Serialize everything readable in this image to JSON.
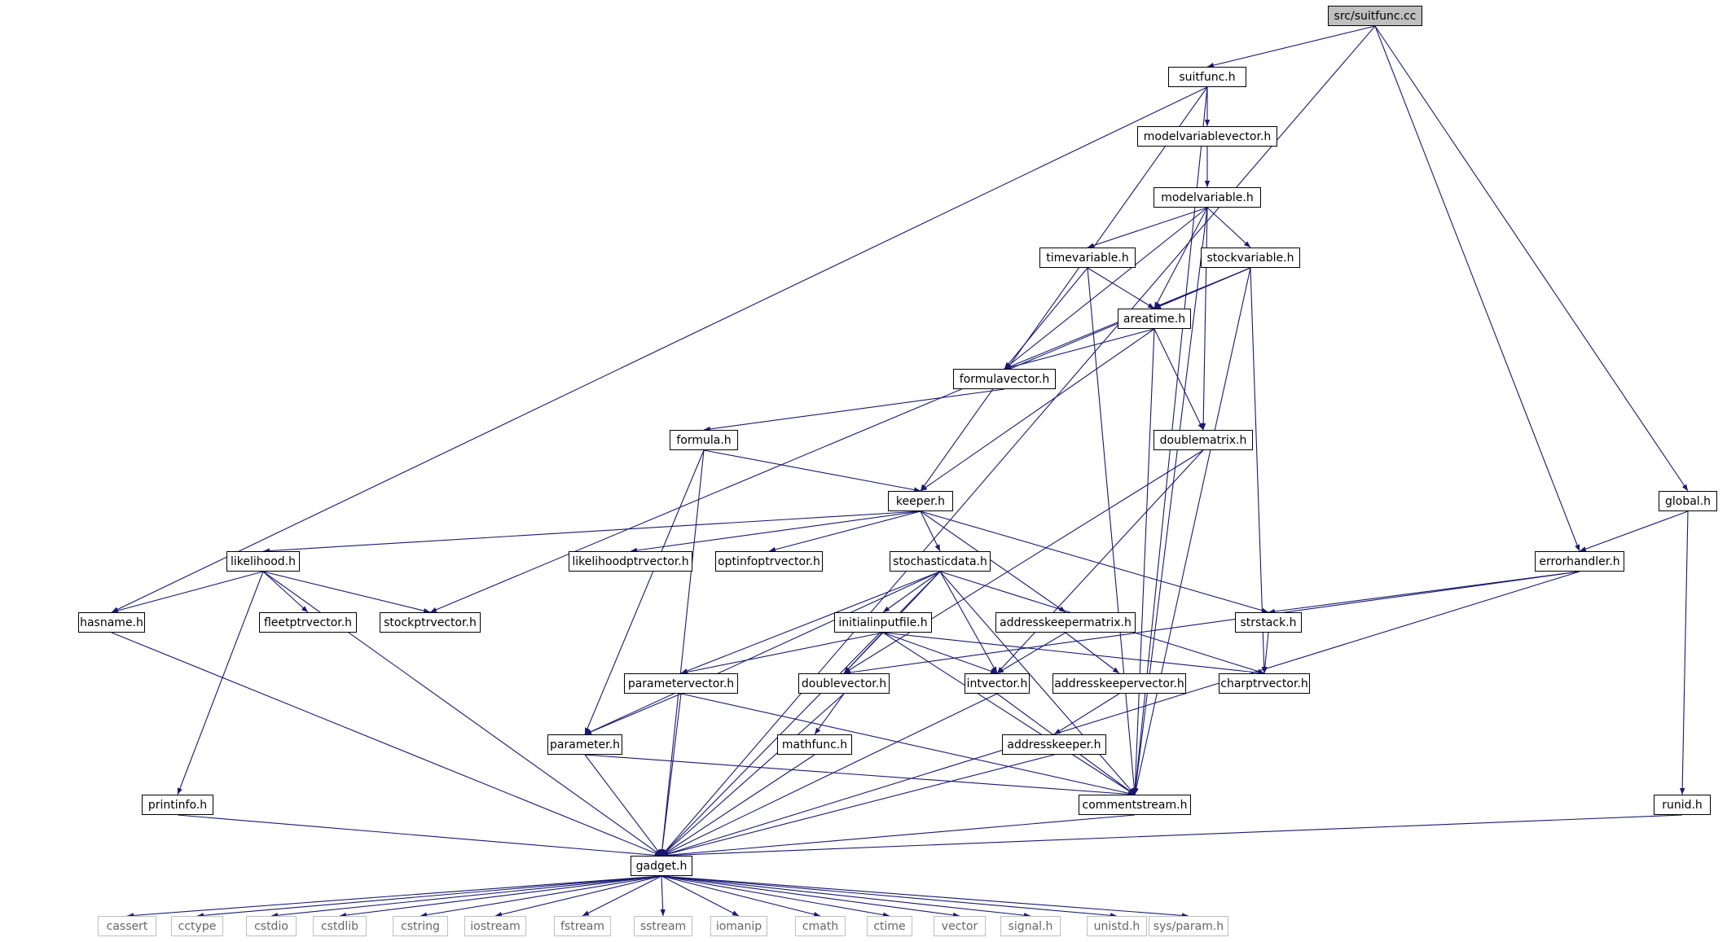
{
  "root": "src/suitfunc.cc",
  "nodes": {
    "suitfunc_cc": "src/suitfunc.cc",
    "suitfunc_h": "suitfunc.h",
    "modelvariablevector_h": "modelvariablevector.h",
    "modelvariable_h": "modelvariable.h",
    "timevariable_h": "timevariable.h",
    "stockvariable_h": "stockvariable.h",
    "areatime_h": "areatime.h",
    "formulavector_h": "formulavector.h",
    "formula_h": "formula.h",
    "doublematrix_h": "doublematrix.h",
    "keeper_h": "keeper.h",
    "global_h": "global.h",
    "likelihood_h": "likelihood.h",
    "likelihoodptrvector_h": "likelihoodptrvector.h",
    "optinfoptrvector_h": "optinfoptrvector.h",
    "stochasticdata_h": "stochasticdata.h",
    "errorhandler_h": "errorhandler.h",
    "hasname_h": "hasname.h",
    "fleetptrvector_h": "fleetptrvector.h",
    "stockptrvector_h": "stockptrvector.h",
    "initialinputfile_h": "initialinputfile.h",
    "addresskeepermatrix_h": "addresskeepermatrix.h",
    "strstack_h": "strstack.h",
    "parametervector_h": "parametervector.h",
    "doublevector_h": "doublevector.h",
    "intvector_h": "intvector.h",
    "addresskeepervector_h": "addresskeepervector.h",
    "charptrvector_h": "charptrvector.h",
    "parameter_h": "parameter.h",
    "mathfunc_h": "mathfunc.h",
    "addresskeeper_h": "addresskeeper.h",
    "printinfo_h": "printinfo.h",
    "commentstream_h": "commentstream.h",
    "runid_h": "runid.h",
    "gadget_h": "gadget.h",
    "cassert": "cassert",
    "cctype": "cctype",
    "cstdio": "cstdio",
    "cstdlib": "cstdlib",
    "cstring": "cstring",
    "iostream": "iostream",
    "fstream": "fstream",
    "sstream": "sstream",
    "iomanip": "iomanip",
    "cmath": "cmath",
    "ctime": "ctime",
    "vector": "vector",
    "signal_h": "signal.h",
    "unistd_h": "unistd.h",
    "sys_param_h": "sys/param.h"
  },
  "edges": [
    [
      "suitfunc_cc",
      "suitfunc_h"
    ],
    [
      "suitfunc_cc",
      "gadget_h"
    ],
    [
      "suitfunc_cc",
      "errorhandler_h"
    ],
    [
      "suitfunc_cc",
      "global_h"
    ],
    [
      "suitfunc_h",
      "hasname_h"
    ],
    [
      "suitfunc_h",
      "keeper_h"
    ],
    [
      "suitfunc_h",
      "modelvariablevector_h"
    ],
    [
      "suitfunc_h",
      "commentstream_h"
    ],
    [
      "modelvariablevector_h",
      "modelvariable_h"
    ],
    [
      "modelvariable_h",
      "timevariable_h"
    ],
    [
      "modelvariable_h",
      "stockvariable_h"
    ],
    [
      "modelvariable_h",
      "areatime_h"
    ],
    [
      "modelvariable_h",
      "formulavector_h"
    ],
    [
      "modelvariable_h",
      "doublematrix_h"
    ],
    [
      "modelvariable_h",
      "commentstream_h"
    ],
    [
      "timevariable_h",
      "areatime_h"
    ],
    [
      "timevariable_h",
      "formulavector_h"
    ],
    [
      "timevariable_h",
      "commentstream_h"
    ],
    [
      "stockvariable_h",
      "areatime_h"
    ],
    [
      "stockvariable_h",
      "formulavector_h"
    ],
    [
      "stockvariable_h",
      "stockptrvector_h"
    ],
    [
      "stockvariable_h",
      "charptrvector_h"
    ],
    [
      "stockvariable_h",
      "commentstream_h"
    ],
    [
      "areatime_h",
      "formulavector_h"
    ],
    [
      "areatime_h",
      "keeper_h"
    ],
    [
      "areatime_h",
      "doublematrix_h"
    ],
    [
      "areatime_h",
      "commentstream_h"
    ],
    [
      "formulavector_h",
      "formula_h"
    ],
    [
      "formula_h",
      "keeper_h"
    ],
    [
      "formula_h",
      "parameter_h"
    ],
    [
      "formula_h",
      "gadget_h"
    ],
    [
      "doublematrix_h",
      "doublevector_h"
    ],
    [
      "doublematrix_h",
      "intvector_h"
    ],
    [
      "keeper_h",
      "likelihood_h"
    ],
    [
      "keeper_h",
      "likelihoodptrvector_h"
    ],
    [
      "keeper_h",
      "optinfoptrvector_h"
    ],
    [
      "keeper_h",
      "stochasticdata_h"
    ],
    [
      "keeper_h",
      "addresskeepermatrix_h"
    ],
    [
      "keeper_h",
      "strstack_h"
    ],
    [
      "global_h",
      "errorhandler_h"
    ],
    [
      "global_h",
      "runid_h"
    ],
    [
      "likelihood_h",
      "hasname_h"
    ],
    [
      "likelihood_h",
      "fleetptrvector_h"
    ],
    [
      "likelihood_h",
      "stockptrvector_h"
    ],
    [
      "likelihood_h",
      "printinfo_h"
    ],
    [
      "likelihood_h",
      "gadget_h"
    ],
    [
      "stochasticdata_h",
      "initialinputfile_h"
    ],
    [
      "stochasticdata_h",
      "parametervector_h"
    ],
    [
      "stochasticdata_h",
      "doublevector_h"
    ],
    [
      "stochasticdata_h",
      "intvector_h"
    ],
    [
      "stochasticdata_h",
      "parameter_h"
    ],
    [
      "stochasticdata_h",
      "charptrvector_h"
    ],
    [
      "stochasticdata_h",
      "commentstream_h"
    ],
    [
      "stochasticdata_h",
      "gadget_h"
    ],
    [
      "errorhandler_h",
      "strstack_h"
    ],
    [
      "errorhandler_h",
      "doublevector_h"
    ],
    [
      "errorhandler_h",
      "gadget_h"
    ],
    [
      "hasname_h",
      "gadget_h"
    ],
    [
      "initialinputfile_h",
      "parametervector_h"
    ],
    [
      "initialinputfile_h",
      "doublevector_h"
    ],
    [
      "initialinputfile_h",
      "intvector_h"
    ],
    [
      "initialinputfile_h",
      "charptrvector_h"
    ],
    [
      "initialinputfile_h",
      "commentstream_h"
    ],
    [
      "addresskeepermatrix_h",
      "intvector_h"
    ],
    [
      "addresskeepermatrix_h",
      "addresskeepervector_h"
    ],
    [
      "strstack_h",
      "charptrvector_h"
    ],
    [
      "parametervector_h",
      "parameter_h"
    ],
    [
      "parametervector_h",
      "gadget_h"
    ],
    [
      "parametervector_h",
      "commentstream_h"
    ],
    [
      "doublevector_h",
      "mathfunc_h"
    ],
    [
      "doublevector_h",
      "gadget_h"
    ],
    [
      "intvector_h",
      "gadget_h"
    ],
    [
      "intvector_h",
      "commentstream_h"
    ],
    [
      "addresskeepervector_h",
      "addresskeeper_h"
    ],
    [
      "parameter_h",
      "gadget_h"
    ],
    [
      "parameter_h",
      "commentstream_h"
    ],
    [
      "mathfunc_h",
      "gadget_h"
    ],
    [
      "addresskeeper_h",
      "gadget_h"
    ],
    [
      "printinfo_h",
      "gadget_h"
    ],
    [
      "commentstream_h",
      "gadget_h"
    ],
    [
      "runid_h",
      "gadget_h"
    ],
    [
      "gadget_h",
      "cassert"
    ],
    [
      "gadget_h",
      "cctype"
    ],
    [
      "gadget_h",
      "cstdio"
    ],
    [
      "gadget_h",
      "cstdlib"
    ],
    [
      "gadget_h",
      "cstring"
    ],
    [
      "gadget_h",
      "iostream"
    ],
    [
      "gadget_h",
      "fstream"
    ],
    [
      "gadget_h",
      "sstream"
    ],
    [
      "gadget_h",
      "iomanip"
    ],
    [
      "gadget_h",
      "cmath"
    ],
    [
      "gadget_h",
      "ctime"
    ],
    [
      "gadget_h",
      "vector"
    ],
    [
      "gadget_h",
      "signal_h"
    ],
    [
      "gadget_h",
      "unistd_h"
    ],
    [
      "gadget_h",
      "sys_param_h"
    ]
  ],
  "colors": {
    "edge": "#191970",
    "node_border": "#000000",
    "root_fill": "#bfbfbf",
    "system_header_border": "#bfbfbf"
  }
}
